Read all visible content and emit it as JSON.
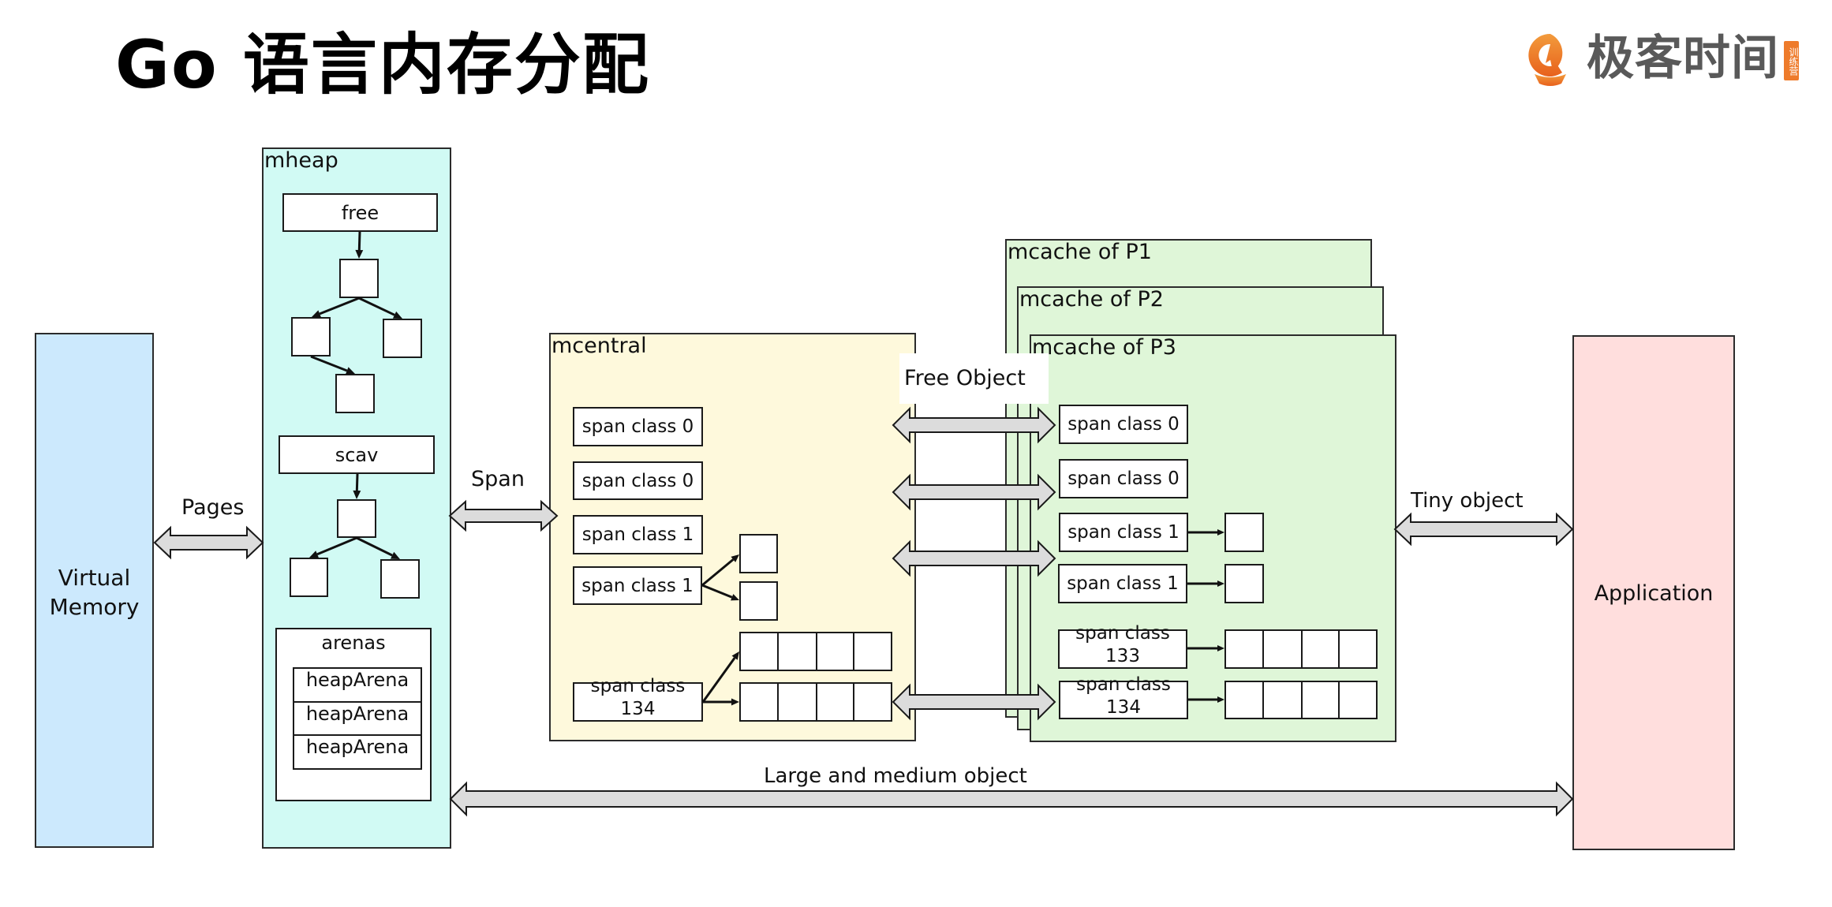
{
  "slide": {
    "title": "Go 语言内存分配"
  },
  "logo": {
    "name": "极客时间",
    "tag": "训练营",
    "icon": "geektime-logo-icon",
    "colors": {
      "orange_top": "#f29b3c",
      "orange_bottom": "#e8611c",
      "text": "#595959"
    }
  },
  "virtual_memory": {
    "line1": "Virtual",
    "line2": "Memory"
  },
  "mheap": {
    "label": "mheap",
    "free_label": "free",
    "scav_label": "scav",
    "arenas": {
      "label": "arenas",
      "items": [
        "heapArena",
        "heapArena",
        "heapArena"
      ]
    }
  },
  "mcentral": {
    "label": "mcentral",
    "spans": [
      {
        "line1": "span class 0"
      },
      {
        "line1": "span class 0"
      },
      {
        "line1": "span class 1"
      },
      {
        "line1": "span class 1"
      },
      {
        "line1": "span class",
        "line2": "134"
      }
    ]
  },
  "mcaches": [
    {
      "label": "mcache of P1"
    },
    {
      "label": "mcache of P2"
    },
    {
      "label": "mcache of P3"
    }
  ],
  "mcache_p3_spans": [
    {
      "line1": "span class 0"
    },
    {
      "line1": "span class 0"
    },
    {
      "line1": "span class 1"
    },
    {
      "line1": "span class 1"
    },
    {
      "line1": "span class",
      "line2": "133"
    },
    {
      "line1": "span class",
      "line2": "134"
    }
  ],
  "application": {
    "label": "Application"
  },
  "flows": {
    "pages": "Pages",
    "span": "Span",
    "free_object": "Free Object",
    "tiny_object": "Tiny object",
    "large_medium_object": "Large and medium object"
  },
  "colors": {
    "virtual_memory": "#cce9fd",
    "mheap": "#d1faf4",
    "mcentral": "#fef9dc",
    "mcache": "#dff6d8",
    "application": "#ffdedd",
    "arrow_fill": "#dcdcdc"
  }
}
